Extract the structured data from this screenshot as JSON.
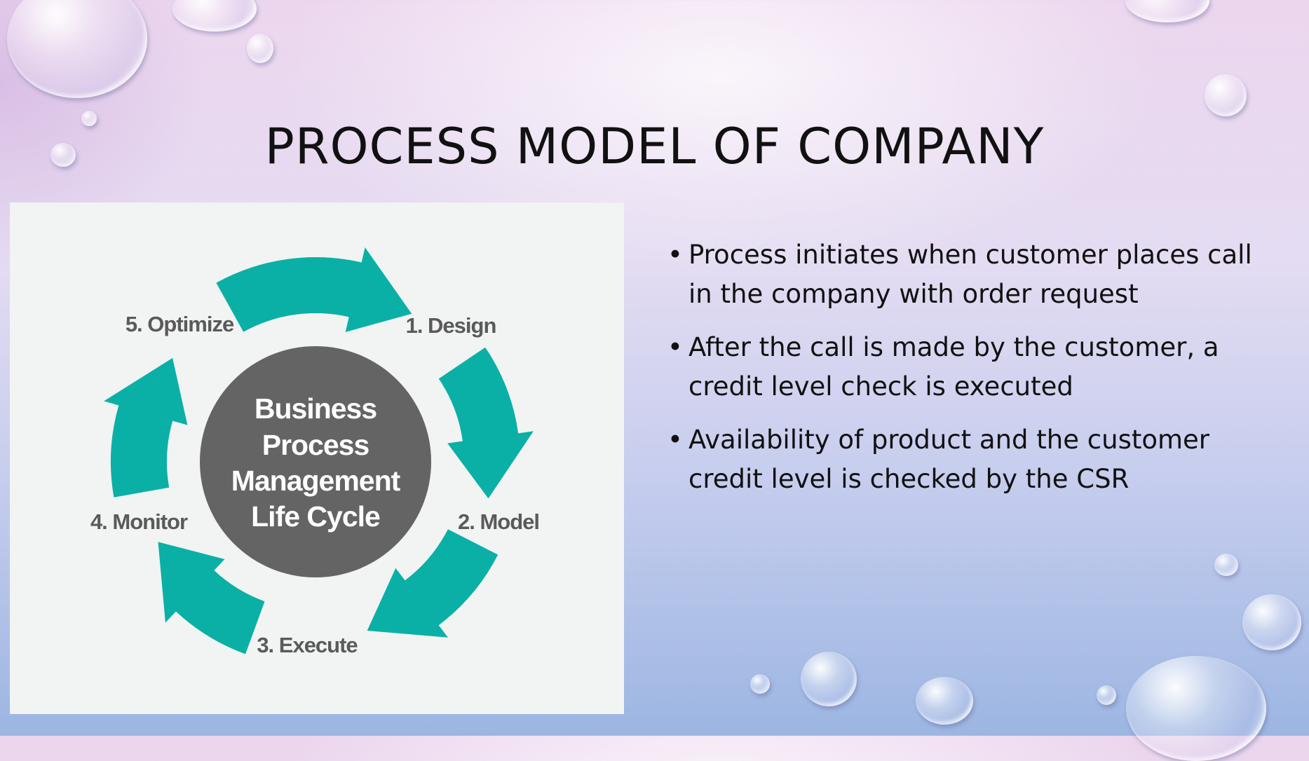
{
  "slide": {
    "title": "PROCESS MODEL OF COMPANY",
    "bullets": [
      "Process initiates when customer places call in the company with order request",
      "After the call is made by the customer, a credit level check is executed",
      "Availability of product and the customer credit level is checked by the CSR"
    ],
    "bullet_symbol": "•"
  },
  "diagram": {
    "center_lines": [
      "Business",
      "Process",
      "Management",
      "Life Cycle"
    ],
    "stages": [
      "1. Design",
      "2. Model",
      "3. Execute",
      "4. Monitor",
      "5. Optimize"
    ],
    "colors": {
      "arrow": "#0ab0a6",
      "circle": "#646464",
      "label": "#5a5a5a",
      "panel": "#f2f3f3"
    }
  }
}
